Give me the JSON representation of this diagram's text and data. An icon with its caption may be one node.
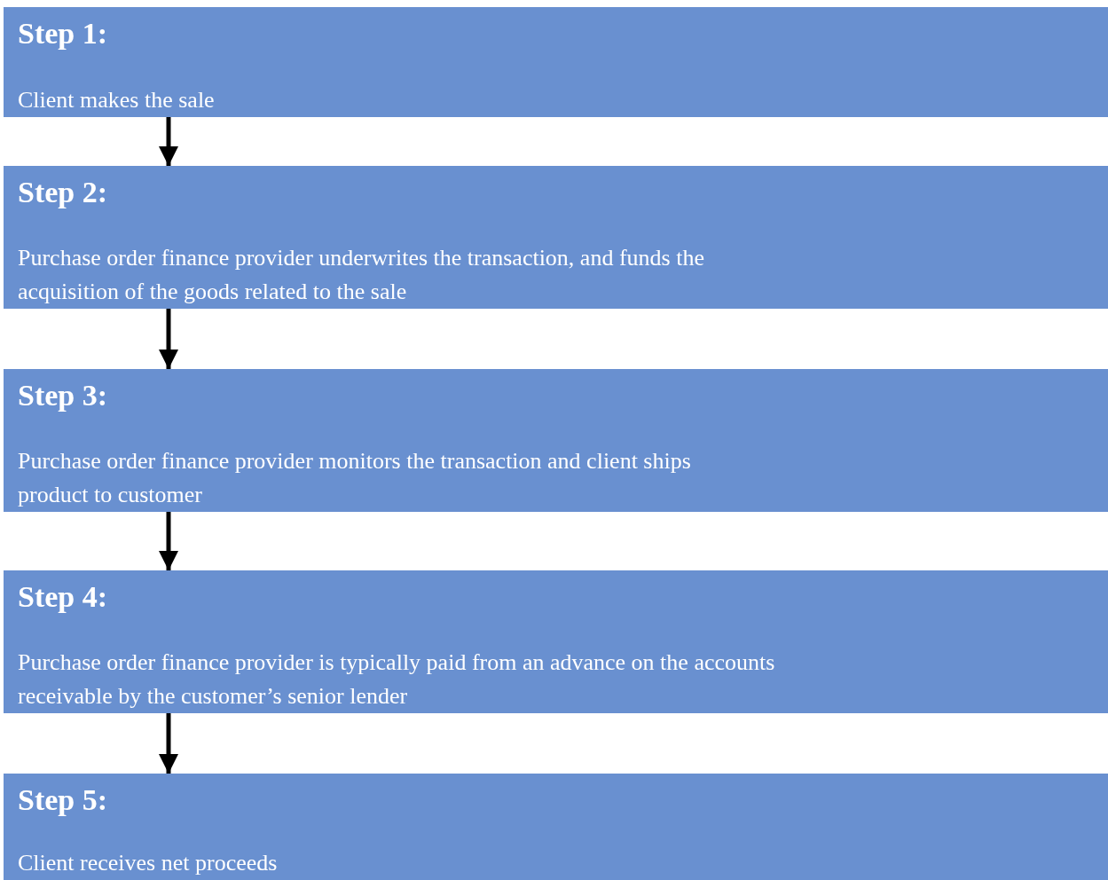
{
  "diagram": {
    "nodes": [
      {
        "text": [
          "Step 1:",
          "Client makes the sale"
        ]
      },
      {
        "text": [
          "Step 2:",
          "Purchase order finance provider underwrites the transaction, and funds the acquisition of the goods related to the sale"
        ]
      },
      {
        "text": [
          "Step 3:",
          "Purchase order finance provider monitors the transaction and client ships product to customer"
        ]
      },
      {
        "text": [
          "Step 4:",
          "Purchase order finance provider is typically paid from an advance on the accounts receivable by the customer’s senior lender"
        ]
      },
      {
        "text": [
          "Step 5:",
          "Client receives net proceeds"
        ]
      }
    ],
    "edges": [
      {
        "from": 0,
        "to": 1,
        "arrow": "to"
      },
      {
        "from": 1,
        "to": 2,
        "arrow": "to"
      },
      {
        "from": 2,
        "to": 3,
        "arrow": "to"
      },
      {
        "from": 3,
        "to": 4,
        "arrow": "to"
      }
    ]
  }
}
